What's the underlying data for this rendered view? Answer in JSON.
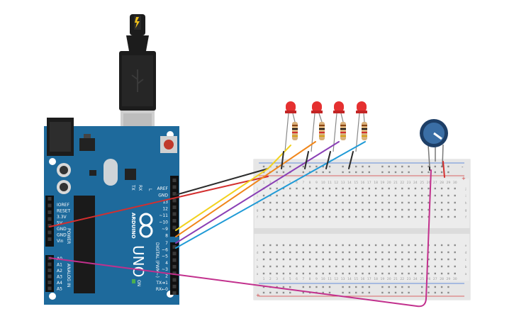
{
  "arduino": {
    "model_label": "UNO",
    "brand_label": "ARDUINO",
    "on_label": "ON",
    "l_label": "L",
    "tx_label": "TX",
    "rx_label": "RX",
    "power_header_label": "POWER",
    "analog_header_label": "ANALOG IN",
    "digital_header_label": "DIGITAL (PWM~)",
    "power_pins": [
      "IOREF",
      "RESET",
      "3.3V",
      "5V",
      "GND",
      "GND",
      "Vin"
    ],
    "analog_pins": [
      "A0",
      "A1",
      "A2",
      "A3",
      "A4",
      "A5"
    ],
    "digital_top_pins": [
      "AREF",
      "GND",
      "13",
      "12",
      "~11",
      "~10",
      "~9",
      "8"
    ],
    "digital_bottom_pins": [
      "7",
      "~6",
      "~5",
      "4",
      "~3",
      "2",
      "TX➔1",
      "RX←0"
    ]
  },
  "breadboard": {
    "row_letters_top": [
      "j",
      "i",
      "h",
      "g",
      "f"
    ],
    "row_letters_bottom": [
      "e",
      "d",
      "c",
      "b",
      "a"
    ],
    "columns": 30,
    "plus_sign": "+",
    "minus_sign": "-"
  },
  "components": {
    "led_count": 4,
    "led_color": "#e53030",
    "potentiometer_color": "#3a6ea5"
  },
  "wires": [
    {
      "name": "gnd-wire",
      "color": "#2b2b2b"
    },
    {
      "name": "5v-wire",
      "color": "#d32f2f"
    },
    {
      "name": "pin8-wire",
      "color": "#f2d21f"
    },
    {
      "name": "pin7-wire",
      "color": "#f0861a"
    },
    {
      "name": "pin6-wire",
      "color": "#8a3fb5"
    },
    {
      "name": "pin5-wire",
      "color": "#1f9ad6"
    },
    {
      "name": "a0-wire",
      "color": "#c2308d"
    }
  ],
  "colors": {
    "board_blue": "#1e6a9c",
    "breadboard": "#ececec",
    "usb_black": "#1c1c1c"
  }
}
